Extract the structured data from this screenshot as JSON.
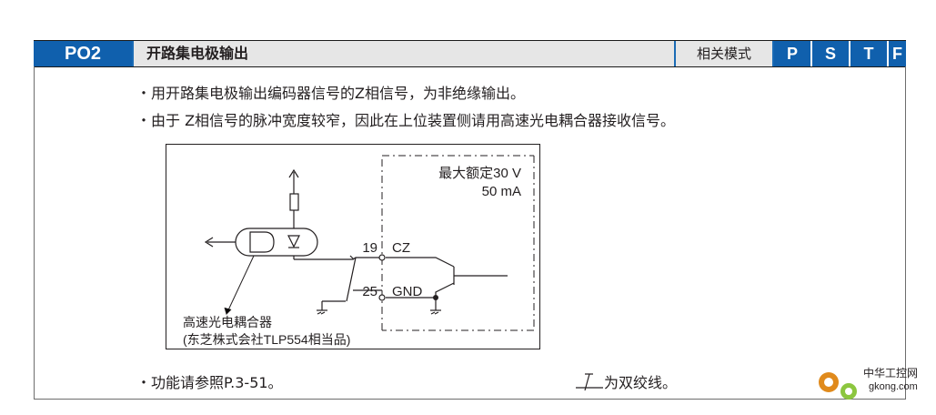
{
  "header": {
    "code": "PO2",
    "title": "开路集电极输出",
    "mode_label": "相关模式",
    "modes": [
      "P",
      "S",
      "T",
      "F"
    ]
  },
  "bullets": [
    "・用开路集电极输出编码器信号的Z相信号，为非绝缘输出。",
    "・由于 Z相信号的脉冲宽度较窄，因此在上位装置侧请用高速光电耦合器接收信号。"
  ],
  "diagram": {
    "max_rating_line1": "最大额定30 V",
    "max_rating_line2": "50 mA",
    "pin19_number": "19",
    "pin19_label": "CZ",
    "pin25_number": "25",
    "pin25_label": "GND",
    "coupler_label_line1": "高速光电耦合器",
    "coupler_label_line2": "(东芝株式会社TLP554相当品)"
  },
  "footer": {
    "reference": "・功能请参照P.3-51。",
    "twisted_pair_note": "为双绞线。"
  },
  "watermark": {
    "line1": "中华工控网",
    "line2": "gkong.com"
  },
  "colors": {
    "header_blue": "#1060ad",
    "header_gray": "#e6e6e6",
    "text": "#231f20"
  }
}
